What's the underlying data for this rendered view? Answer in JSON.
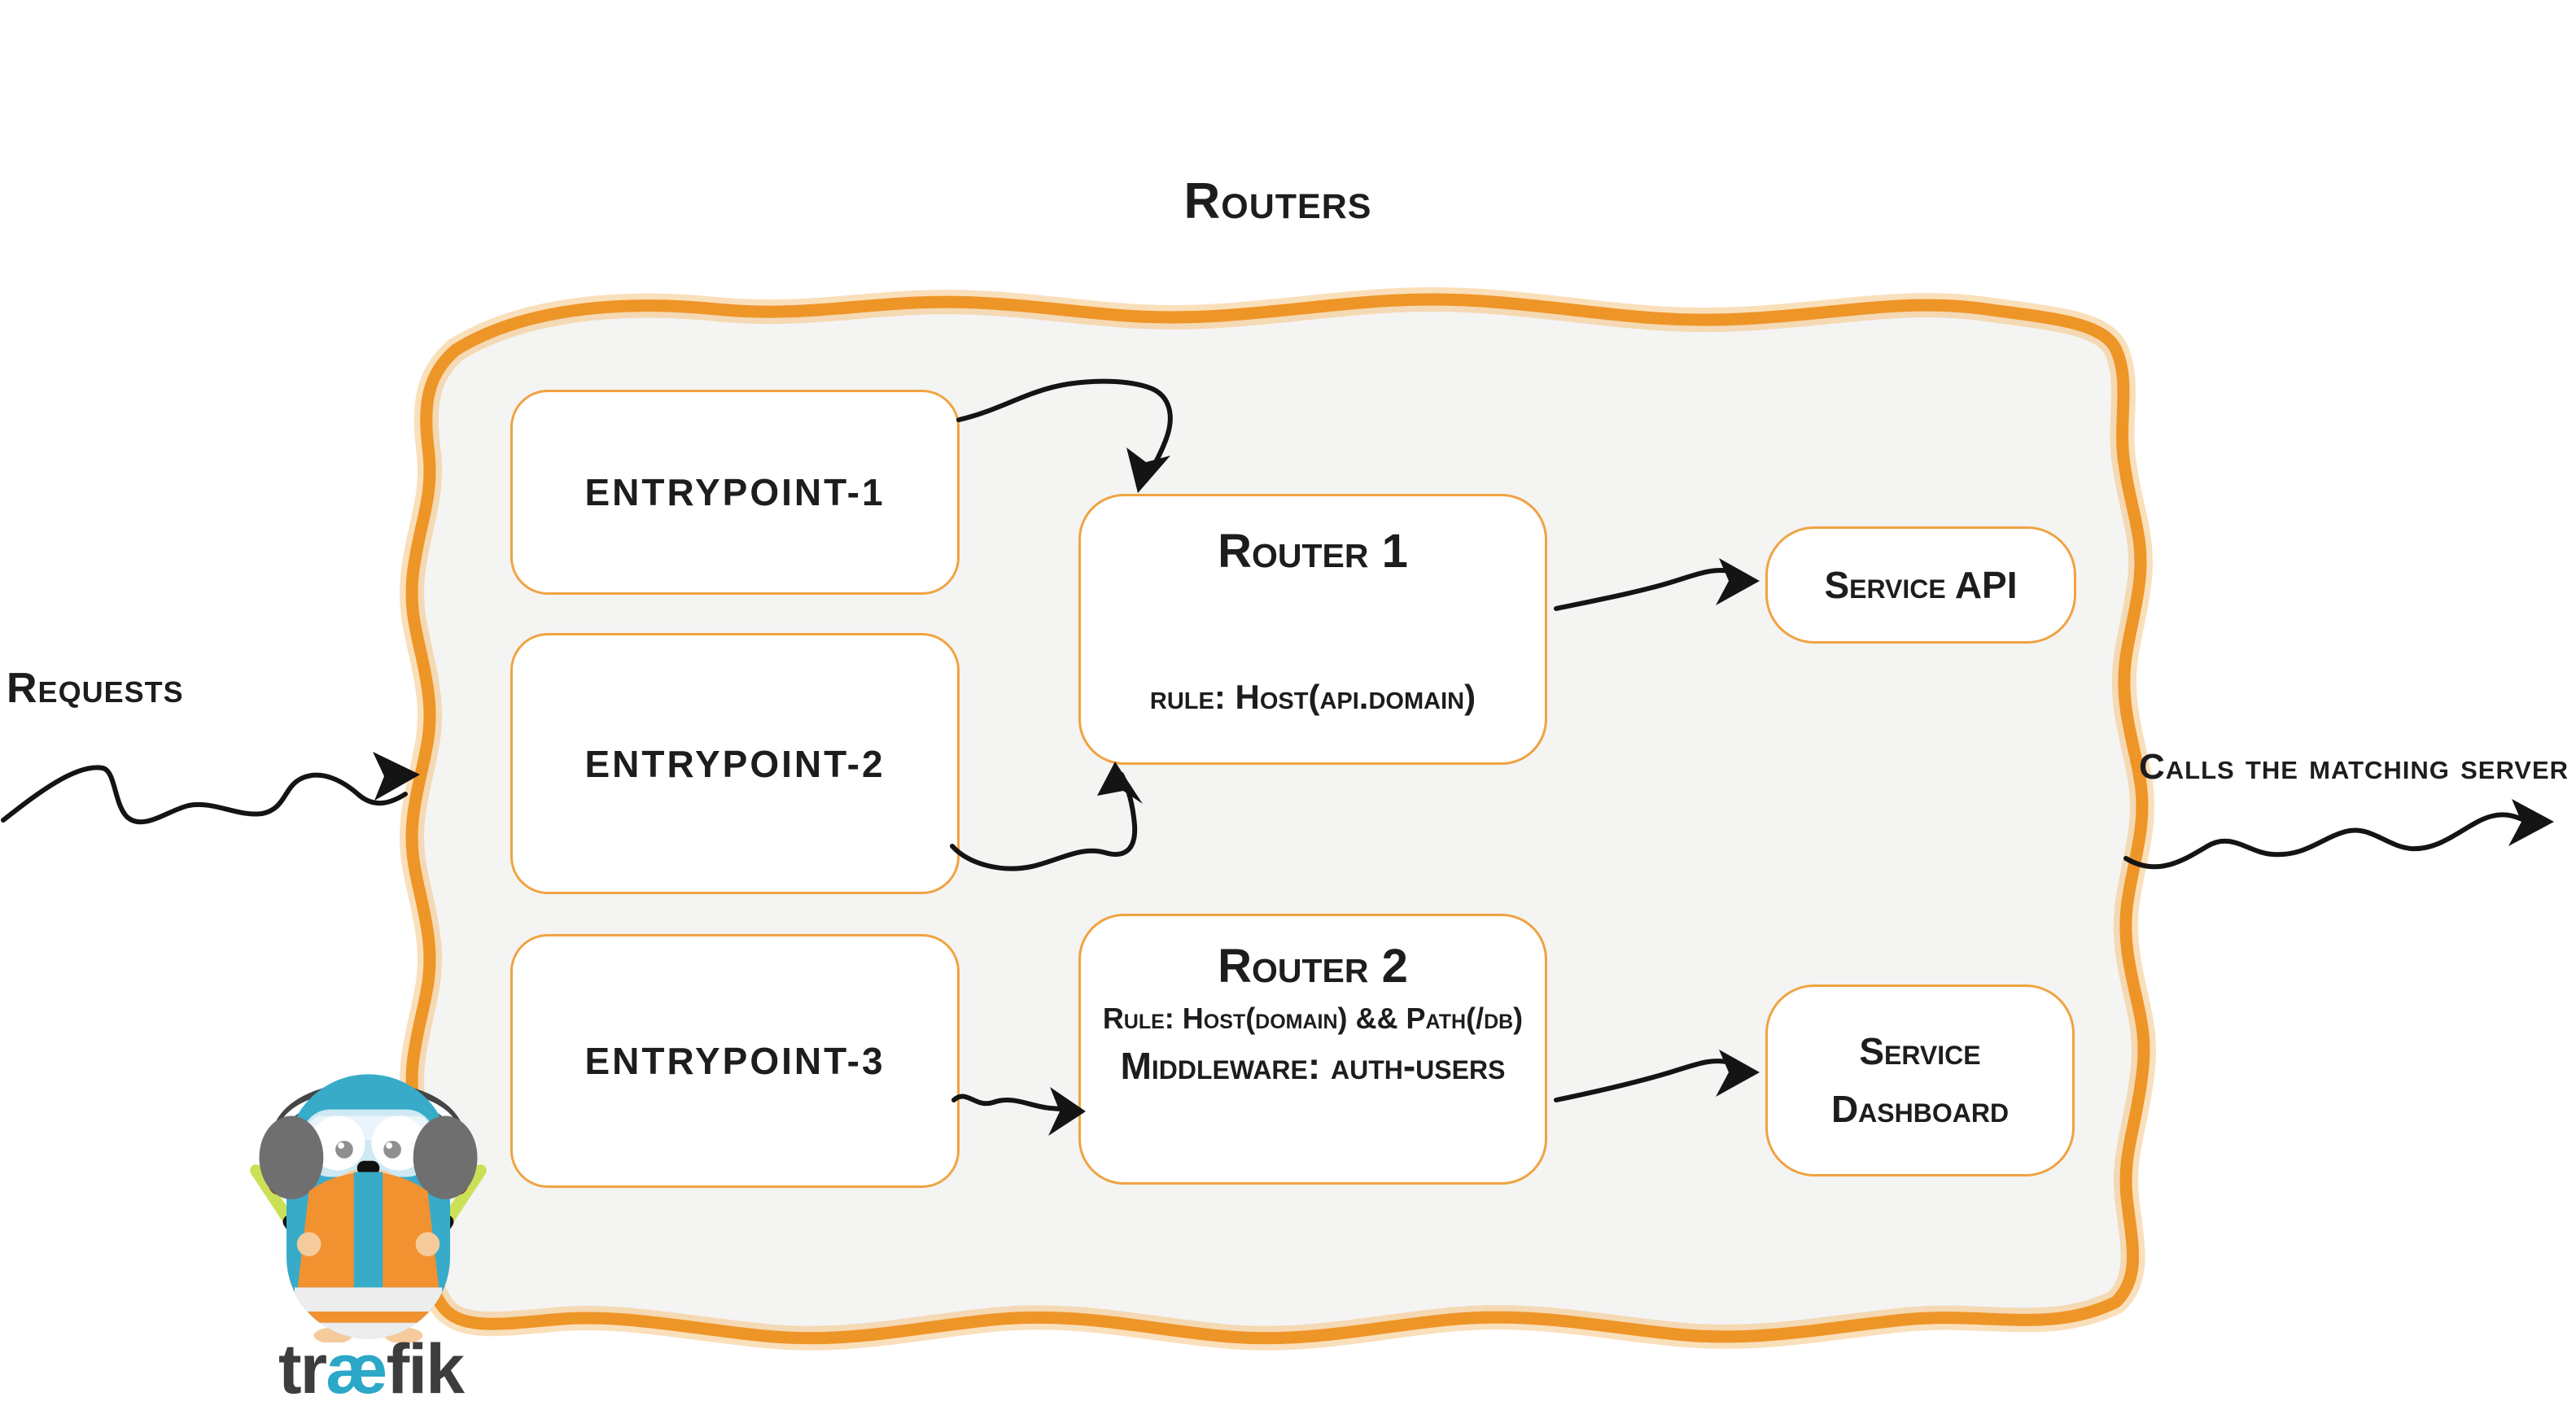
{
  "title": "Routers",
  "labels": {
    "requests": "Requests",
    "calls": "Calls the matching server"
  },
  "entrypoints": [
    {
      "label": "entrypoint-1"
    },
    {
      "label": "entrypoint-2"
    },
    {
      "label": "entrypoint-3"
    }
  ],
  "routers": [
    {
      "name": "Router 1",
      "rule": "rule: Host(api.domain)"
    },
    {
      "name": "Router 2",
      "rule": "Rule: Host(domain) && Path(/db)",
      "middleware": "Middleware: auth-users"
    }
  ],
  "services": [
    {
      "label": "Service API"
    },
    {
      "label": "Service Dashboard"
    }
  ],
  "logo": {
    "wordmark_pre": "tr",
    "wordmark_ae": "æ",
    "wordmark_post": "fik"
  },
  "colors": {
    "accent_orange": "#ee9528",
    "box_border_orange": "#f0a342",
    "panel_bg": "#f4f4f3",
    "ink": "#1d1d1d",
    "brand_blue": "#38abc9",
    "vest_orange": "#f29130",
    "stick_green": "#cbe056"
  }
}
